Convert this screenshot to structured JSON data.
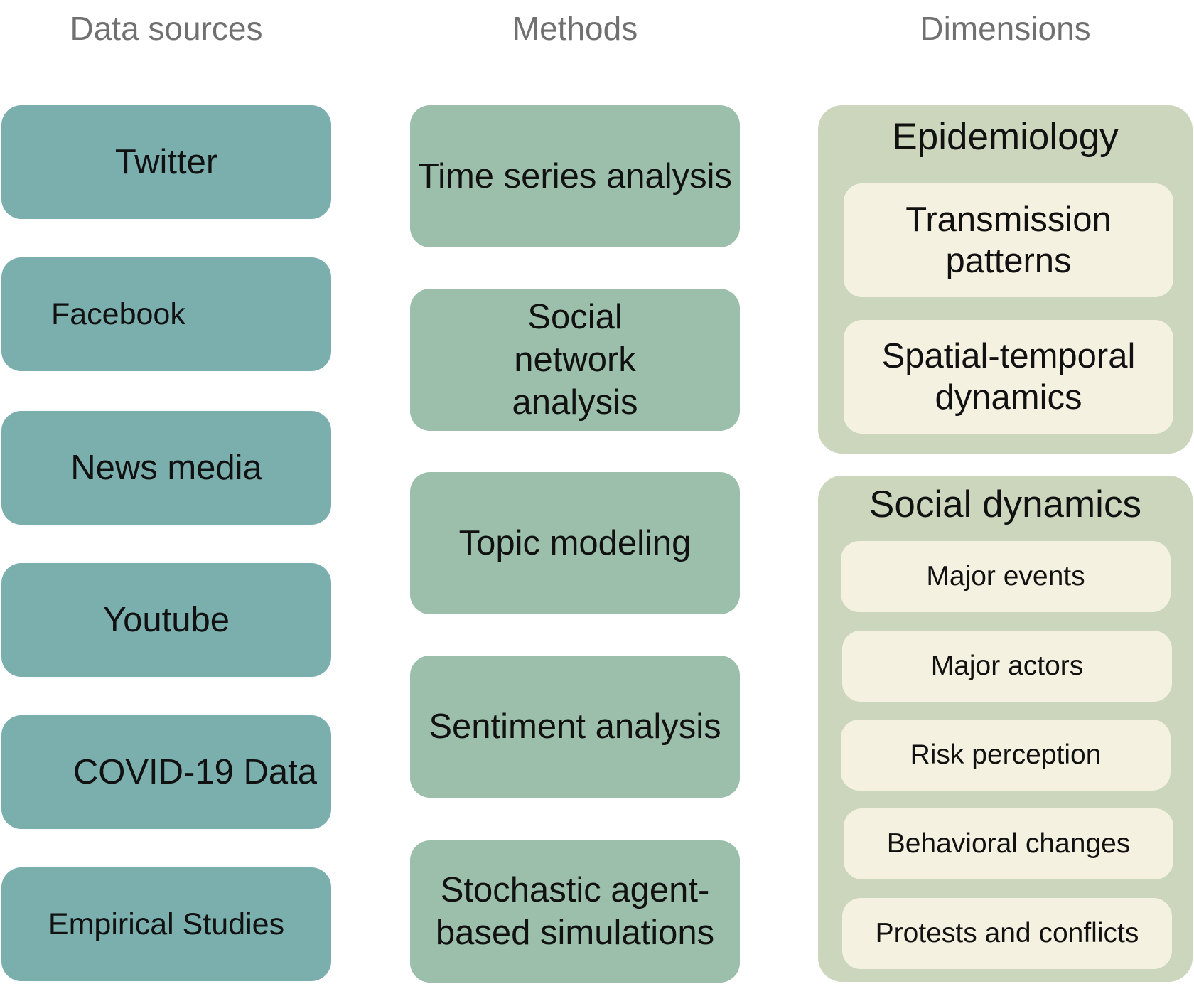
{
  "headers": {
    "data_sources": "Data sources",
    "methods": "Methods",
    "dimensions": "Dimensions"
  },
  "data_sources": [
    "Twitter",
    "Facebook",
    "News media",
    "Youtube",
    "COVID-19 Data",
    "Empirical Studies"
  ],
  "methods": [
    "Time series analysis",
    "Social network analysis",
    "Topic modeling",
    "Sentiment analysis",
    "Stochastic agent-based simulations"
  ],
  "dimensions": {
    "epidemiology": {
      "title": "Epidemiology",
      "items": [
        "Transmission patterns",
        "Spatial-temporal dynamics"
      ]
    },
    "social_dynamics": {
      "title": "Social dynamics",
      "items": [
        "Major events",
        "Major actors",
        "Risk perception",
        "Behavioral changes",
        "Protests and conflicts"
      ]
    }
  },
  "colors": {
    "data_source_fill": "#7aafad",
    "method_fill": "#9bbfab",
    "dimension_group_fill": "#cbd6bd",
    "dimension_item_fill": "#f5f1e1",
    "header_text": "#707070"
  }
}
